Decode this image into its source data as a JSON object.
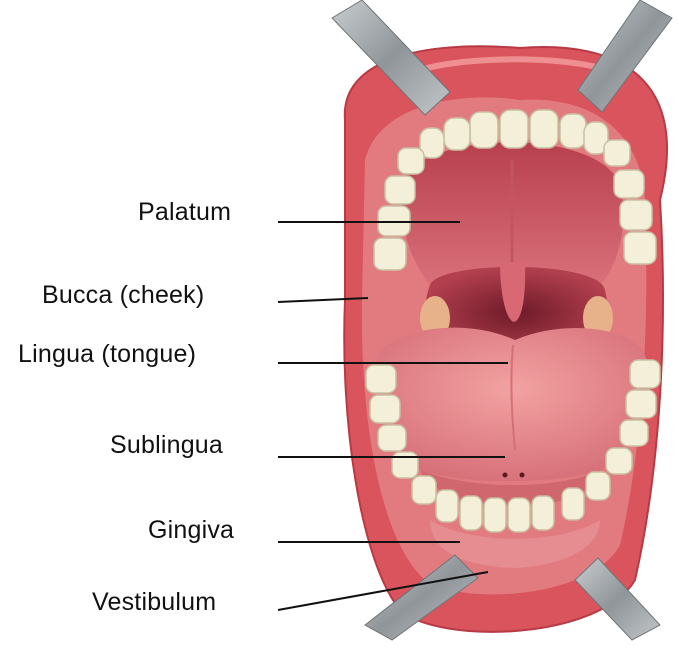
{
  "labels": {
    "palatum": "Palatum",
    "bucca": "Bucca (cheek)",
    "lingua": "Lingua (tongue)",
    "sublingua": "Sublingua",
    "gingiva": "Gingiva",
    "vestibulum": "Vestibulum"
  },
  "colors": {
    "lip": "#d9545c",
    "lip_dark": "#b83a44",
    "mucosa": "#e27b7f",
    "palate": "#cf5a66",
    "throat": "#9e2f3e",
    "tongue": "#e98c8f",
    "teeth": "#f4efd9",
    "retractor": "#9ea3a6",
    "leader_line": "#111111"
  },
  "icons": {
    "retractors": "metal-retractor-icon"
  }
}
